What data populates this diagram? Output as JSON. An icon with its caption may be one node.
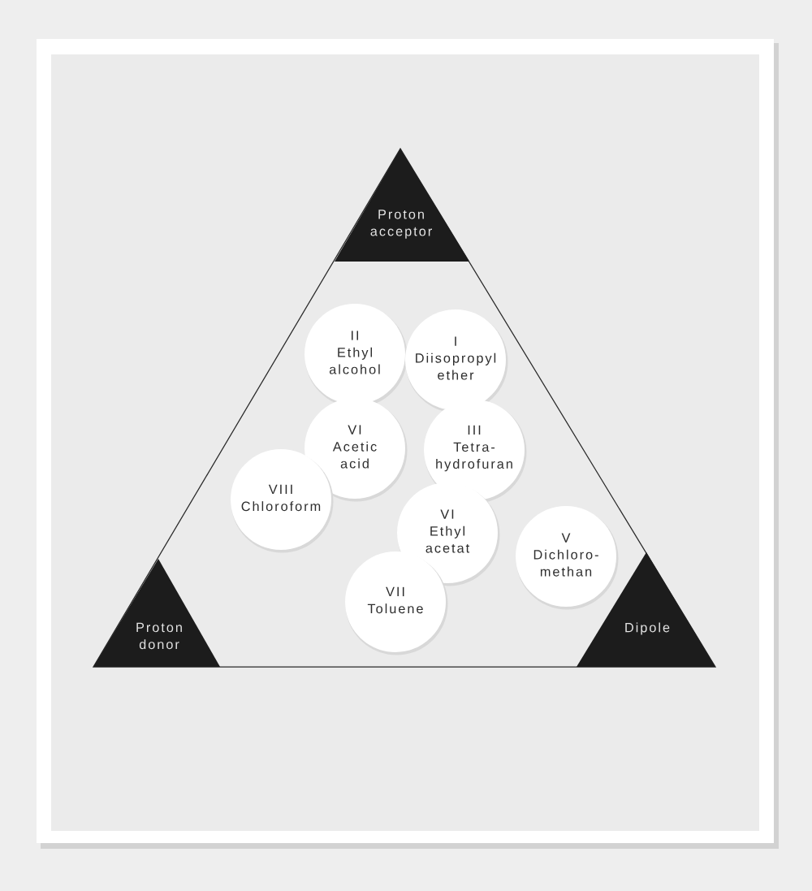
{
  "diagram": {
    "nodes": [
      {
        "text": [
          "Proton acceptor"
        ]
      },
      {
        "text": [
          "II",
          "Ethyl alcohol"
        ]
      },
      {
        "text": [
          "I",
          "Diisopropyl ether"
        ]
      },
      {
        "text": [
          "VI",
          "Acetic acid"
        ]
      },
      {
        "text": [
          "III",
          "Tetra- hydrofuran"
        ]
      },
      {
        "text": [
          "VIII",
          "Chloroform"
        ]
      },
      {
        "text": [
          "VI",
          "Ethyl acetat"
        ]
      },
      {
        "text": [
          "V",
          "Dichloro- methan"
        ]
      },
      {
        "text": [
          "VII",
          "Toluene"
        ]
      },
      {
        "text": [
          "Proton donor"
        ]
      },
      {
        "text": [
          "Dipole"
        ]
      }
    ]
  }
}
